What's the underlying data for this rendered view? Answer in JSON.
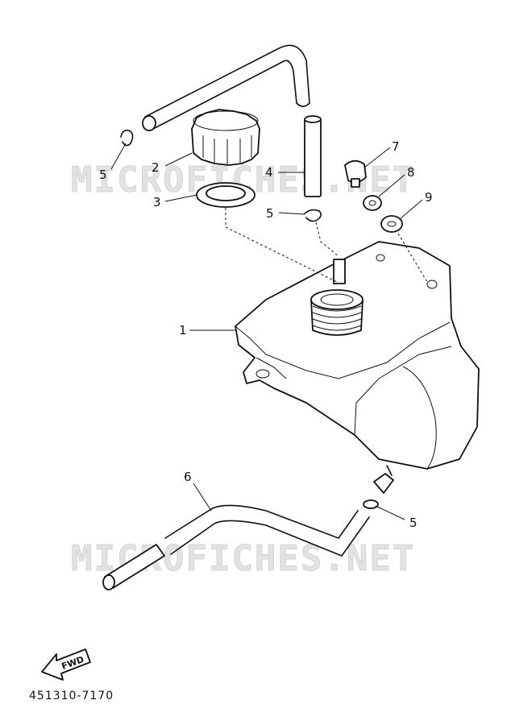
{
  "watermarks": [
    "MICROFICHES.NET",
    "MICROFICHES.NET"
  ],
  "callouts": {
    "c1": "1",
    "c2": "2",
    "c3": "3",
    "c4": "4",
    "c5a": "5",
    "c5b": "5",
    "c5c": "5",
    "c6": "6",
    "c7": "7",
    "c8": "8",
    "c9": "9"
  },
  "fwd_label": "FWD",
  "diagram_code": "451310-7170",
  "parts": [
    "fuel-tank",
    "fuel-cap",
    "cap-gasket",
    "vent-hose",
    "clip",
    "fuel-hose",
    "bolt",
    "collar",
    "washer"
  ]
}
